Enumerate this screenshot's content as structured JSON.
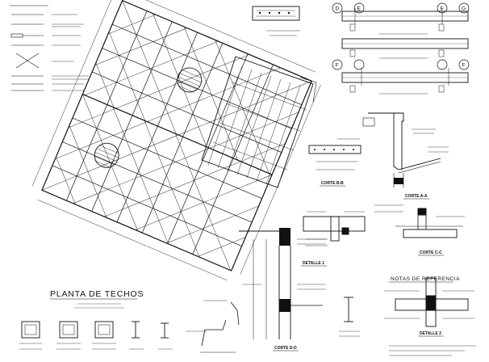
{
  "plan": {
    "title": "PLANTA DE TECHOS"
  },
  "details": {
    "section_aa": "CORTE A-A",
    "section_bb": "CORTE B-B",
    "section_cc": "CORTE C-C",
    "section_dd": "CORTE D-D",
    "detail_1": "DETALLE 1",
    "detail_2": "DETALLE 2",
    "notes_title": "NOTAS DE REFERENCIA"
  },
  "axes": {
    "letters": [
      "D",
      "E",
      "F",
      "G",
      "F",
      "F"
    ]
  },
  "colors": {
    "line": "#111111",
    "paper": "#ffffff",
    "hatch": "#555555"
  }
}
